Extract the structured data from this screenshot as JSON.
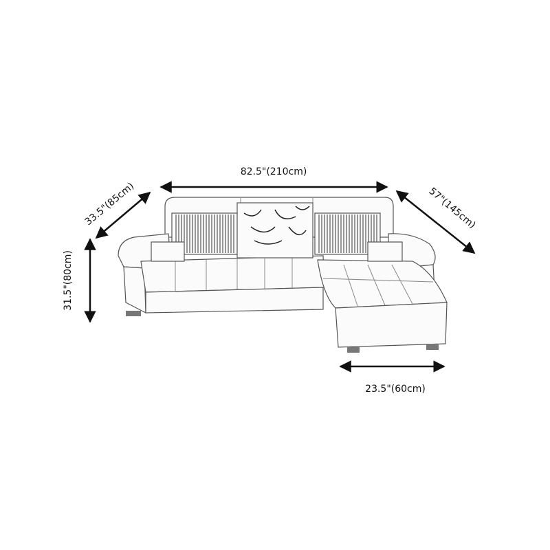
{
  "dimensions": {
    "width": "82.5\"(210cm)",
    "depth": "33.5\"(85cm)",
    "chaise_length": "57\"(145cm)",
    "height": "31.5\"(80cm)",
    "chaise_width": "23.5\"(60cm)"
  },
  "colors": {
    "line": "#111111",
    "sketch": "#555555",
    "background": "#ffffff"
  }
}
